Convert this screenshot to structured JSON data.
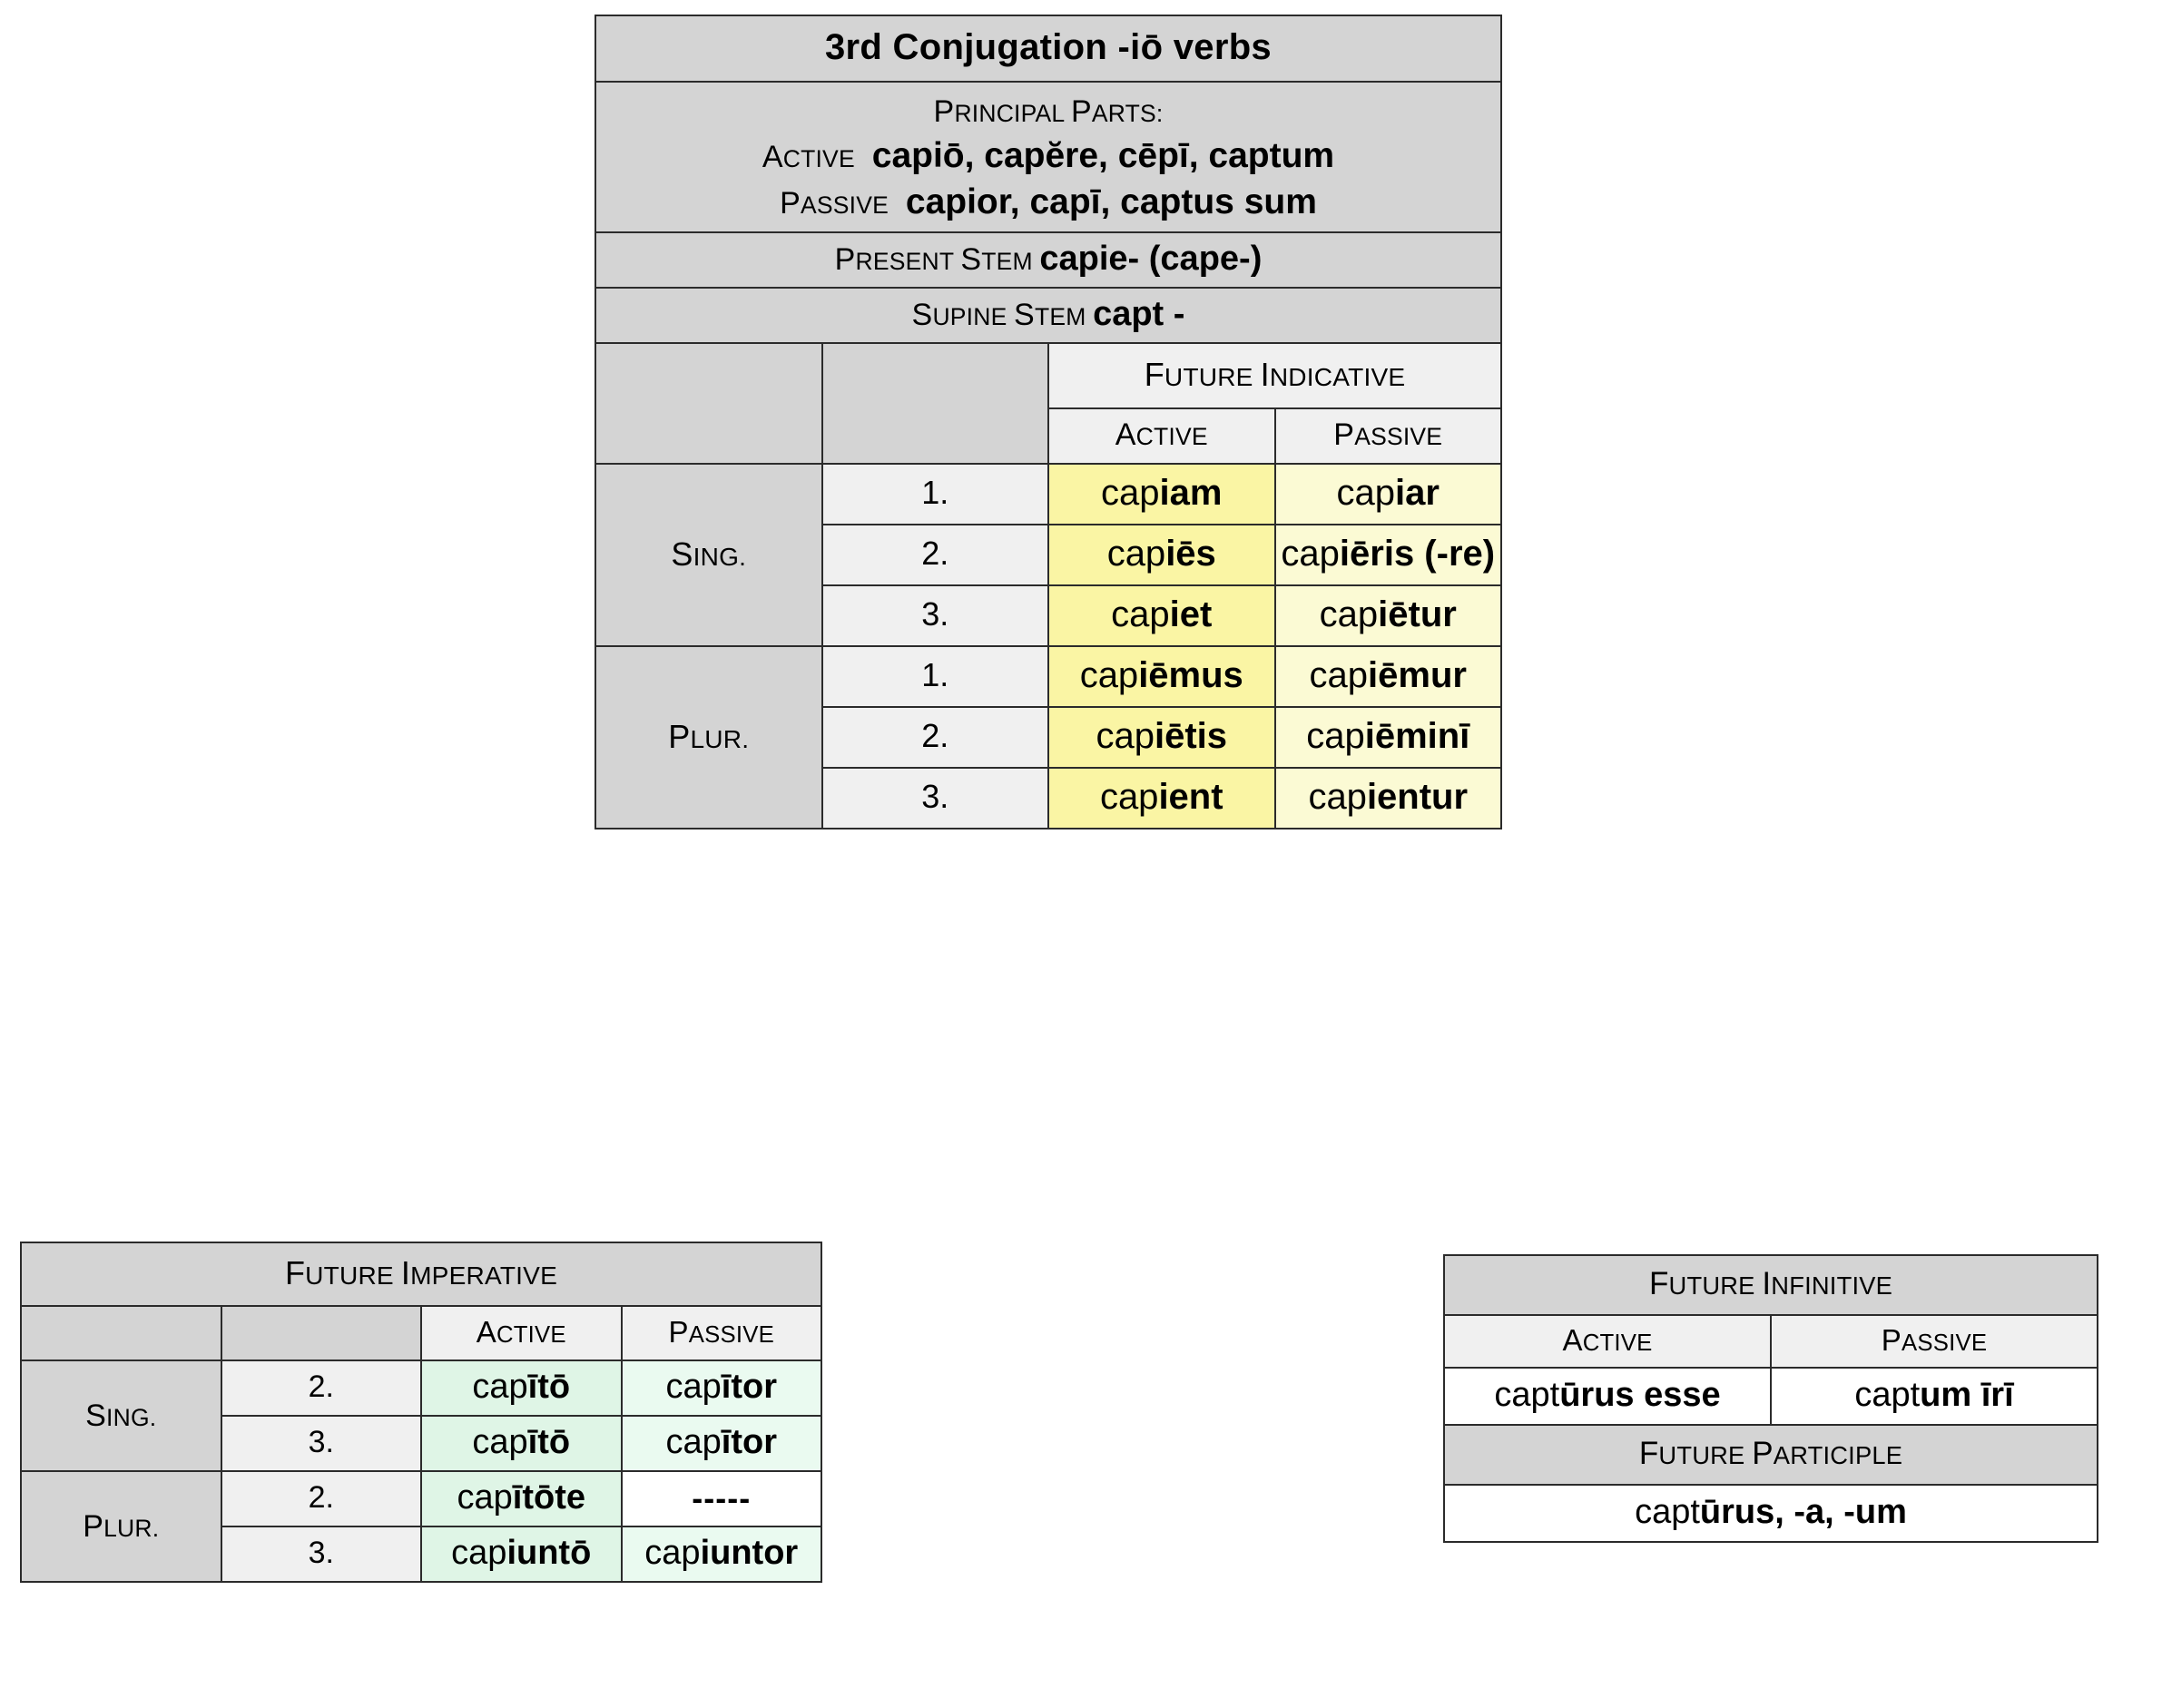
{
  "main_table": {
    "title": "3rd Conjugation -iō verbs",
    "principal_parts": {
      "heading_cap": "P",
      "heading_rest": "RINCIPAL ",
      "heading_cap2": "P",
      "heading_rest2": "ARTS:",
      "heading": "Principal Parts:",
      "active_label_cap": "A",
      "active_label_rest": "CTIVE",
      "active_value": "capiō, capĕre, cēpī, captum",
      "passive_label_cap": "P",
      "passive_label_rest": "ASSIVE",
      "passive_value": "capior, capī, captus sum"
    },
    "stems": {
      "present_cap": "P",
      "present_rest": "RESENT ",
      "present_cap2": "S",
      "present_rest2": "TEM ",
      "present_value": "capie- (cape-)",
      "supine_cap": "S",
      "supine_rest": "UPINE ",
      "supine_cap2": "S",
      "supine_rest2": "TEM ",
      "supine_value": "capt -"
    },
    "mood_header_cap": "F",
    "mood_header_rest": "UTURE ",
    "mood_header_cap2": "I",
    "mood_header_rest2": "NDICATIVE",
    "voice_active_cap": "A",
    "voice_active_rest": "CTIVE",
    "voice_passive_cap": "P",
    "voice_passive_rest": "ASSIVE",
    "sing_cap": "S",
    "sing_rest": "ING.",
    "plur_cap": "P",
    "plur_rest": "LUR.",
    "numbers": {
      "n1": "1.",
      "n2": "2.",
      "n3": "3."
    },
    "forms": {
      "sing": [
        {
          "person": "1.",
          "active_stem": "cap",
          "active_bold": "iam",
          "passive_stem": "cap",
          "passive_bold": "iar"
        },
        {
          "person": "2.",
          "active_stem": "cap",
          "active_bold": "iēs",
          "passive_stem": "cap",
          "passive_bold": "iēris (-re)"
        },
        {
          "person": "3.",
          "active_stem": "cap",
          "active_bold": "iet",
          "passive_stem": "cap",
          "passive_bold": "iētur"
        }
      ],
      "plur": [
        {
          "person": "1.",
          "active_stem": "cap",
          "active_bold": "iēmus",
          "passive_stem": "cap",
          "passive_bold": "iēmur"
        },
        {
          "person": "2.",
          "active_stem": "cap",
          "active_bold": "iētis",
          "passive_stem": "cap",
          "passive_bold": "iēminī"
        },
        {
          "person": "3.",
          "active_stem": "cap",
          "active_bold": "ient",
          "passive_stem": "cap",
          "passive_bold": "ientur"
        }
      ]
    }
  },
  "imperative_table": {
    "header_cap": "F",
    "header_rest": "UTURE ",
    "header_cap2": "I",
    "header_rest2": "MPERATIVE",
    "voice_active_cap": "A",
    "voice_active_rest": "CTIVE",
    "voice_passive_cap": "P",
    "voice_passive_rest": "ASSIVE",
    "sing_cap": "S",
    "sing_rest": "ING.",
    "plur_cap": "P",
    "plur_rest": "LUR.",
    "rows": [
      {
        "number": "sing",
        "person": "2.",
        "active_stem": "cap",
        "active_bold": "ītō",
        "passive_stem": "cap",
        "passive_bold": "ītor"
      },
      {
        "number": "sing",
        "person": "3.",
        "active_stem": "cap",
        "active_bold": "ītō",
        "passive_stem": "cap",
        "passive_bold": "ītor"
      },
      {
        "number": "plur",
        "person": "2.",
        "active_stem": "cap",
        "active_bold": "ītōte",
        "passive_stem": "",
        "passive_bold": "-----"
      },
      {
        "number": "plur",
        "person": "3.",
        "active_stem": "cap",
        "active_bold": "iuntō",
        "passive_stem": "cap",
        "passive_bold": "iuntor"
      }
    ],
    "passive_empty_marker": "-----"
  },
  "infinitive_table": {
    "header_cap": "F",
    "header_rest": "UTURE ",
    "header_cap2": "I",
    "header_rest2": "NFINITIVE",
    "voice_active_cap": "A",
    "voice_active_rest": "CTIVE",
    "voice_passive_cap": "P",
    "voice_passive_rest": "ASSIVE",
    "active_stem": "capt",
    "active_bold": "ūrus esse",
    "passive_stem": "capt",
    "passive_bold": "um īrī",
    "participle_header_cap": "F",
    "participle_header_rest": "UTURE ",
    "participle_header_cap2": "P",
    "participle_header_rest2": "ARTICIPLE",
    "participle_stem": "capt",
    "participle_bold": "ūrus, -a, -um"
  },
  "colors": {
    "header_gray": "#d4d4d4",
    "subheader_gray": "#f0f0f0",
    "active_yellow": "#faf5a4",
    "passive_yellow": "#fbfad4",
    "active_green": "#dff5e6",
    "passive_green": "#eafaf0",
    "border": "#2b2b2b",
    "white": "#ffffff"
  }
}
